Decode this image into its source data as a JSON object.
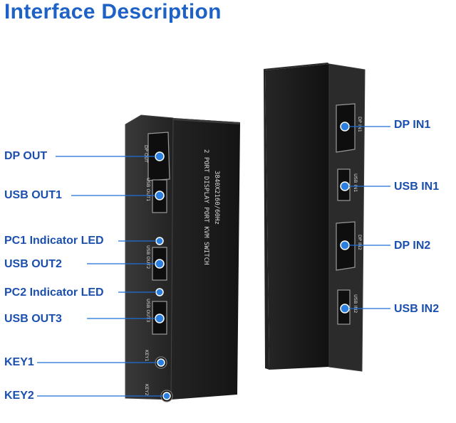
{
  "title": "Interface Description",
  "left_device": {
    "model_line1": "2 PORT DISPLAY PORT KVM SWITCH",
    "model_line2": "3840X2160/60Hz",
    "port_texts": {
      "dp_out": "DP OUT",
      "usb_out1": "USB OUT1",
      "usb_out2": "USB OUT2",
      "usb_out3": "USB OUT3",
      "key1": "KEY1",
      "key2": "KEY2"
    }
  },
  "right_device": {
    "port_texts": {
      "dp_in1": "DP IN1",
      "usb_in1": "USB IN1",
      "dp_in2": "DP IN2",
      "usb_in2": "USB IN2"
    }
  },
  "left_labels": {
    "dp_out": "DP OUT",
    "usb_out1": "USB OUT1",
    "pc1_led": "PC1 Indicator LED",
    "usb_out2": "USB OUT2",
    "pc2_led": "PC2 Indicator LED",
    "usb_out3": "USB OUT3",
    "key1": "KEY1",
    "key2": "KEY2"
  },
  "right_labels": {
    "dp_in1": "DP IN1",
    "usb_in1": "USB IN1",
    "dp_in2": "DP IN2",
    "usb_in2": "USB IN2"
  },
  "colors": {
    "title": "#1f62c7",
    "label": "#1b4fae",
    "callout_line": "#1e6fd9",
    "device_body": "#1c1c1c",
    "device_edge": "#2e2e2e",
    "marker": "#2a7fe0"
  }
}
